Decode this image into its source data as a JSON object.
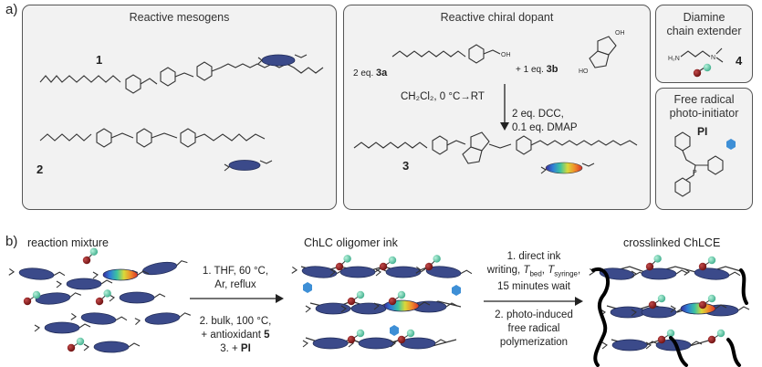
{
  "panel_a": {
    "label": "a)",
    "mesogens": {
      "title": "Reactive mesogens",
      "compound_1": "1",
      "compound_2": "2"
    },
    "dopant": {
      "title": "Reactive chiral dopant",
      "eq_3a_prefix": "2 eq.",
      "eq_3a_id": "3a",
      "eq_3b_prefix": "+ 1 eq.",
      "eq_3b_id": "3b",
      "solvent_line": "CH₂Cl₂, 0 °C→RT",
      "reagent_1": "2 eq. DCC,",
      "reagent_2": "0.1 eq. DMAP",
      "product": "3"
    },
    "extender": {
      "title_1": "Diamine",
      "title_2": "chain extender",
      "compound": "4"
    },
    "initiator": {
      "title_1": "Free radical",
      "title_2": "photo-initiator",
      "compound": "PI"
    }
  },
  "panel_b": {
    "label": "b)",
    "stage_1": "reaction mixture",
    "stage_2": "ChLC oligomer ink",
    "stage_3": "crosslinked ChLCE",
    "step_1_lines": [
      "1. THF, 60 °C,",
      "Ar, reflux"
    ],
    "step_2_lines": [
      "2. bulk, 100 °C,",
      "+ antioxidant"
    ],
    "antioxidant_id": "5",
    "step_3_prefix": "3. +",
    "step_3_id": "PI",
    "step_4_line_1": "1. direct ink",
    "step_4_line_2_prefix": "writing,",
    "t_bed": "T",
    "t_bed_sub": "bed",
    "t_syringe": "T",
    "t_syringe_sub": "syringe",
    "step_4_line_3": "15 minutes wait",
    "step_5_lines": [
      "2. photo-induced",
      "free radical",
      "polymerization"
    ]
  },
  "colors": {
    "mesogen": "#3b4a8a",
    "amine_dark": "#8b1a1a",
    "amine_light": "#6fd0b0",
    "initiator": "#3e8fd6",
    "crosslinker": "#000000",
    "panel_border": "#555555",
    "panel_fill": "#f2f2f2"
  }
}
